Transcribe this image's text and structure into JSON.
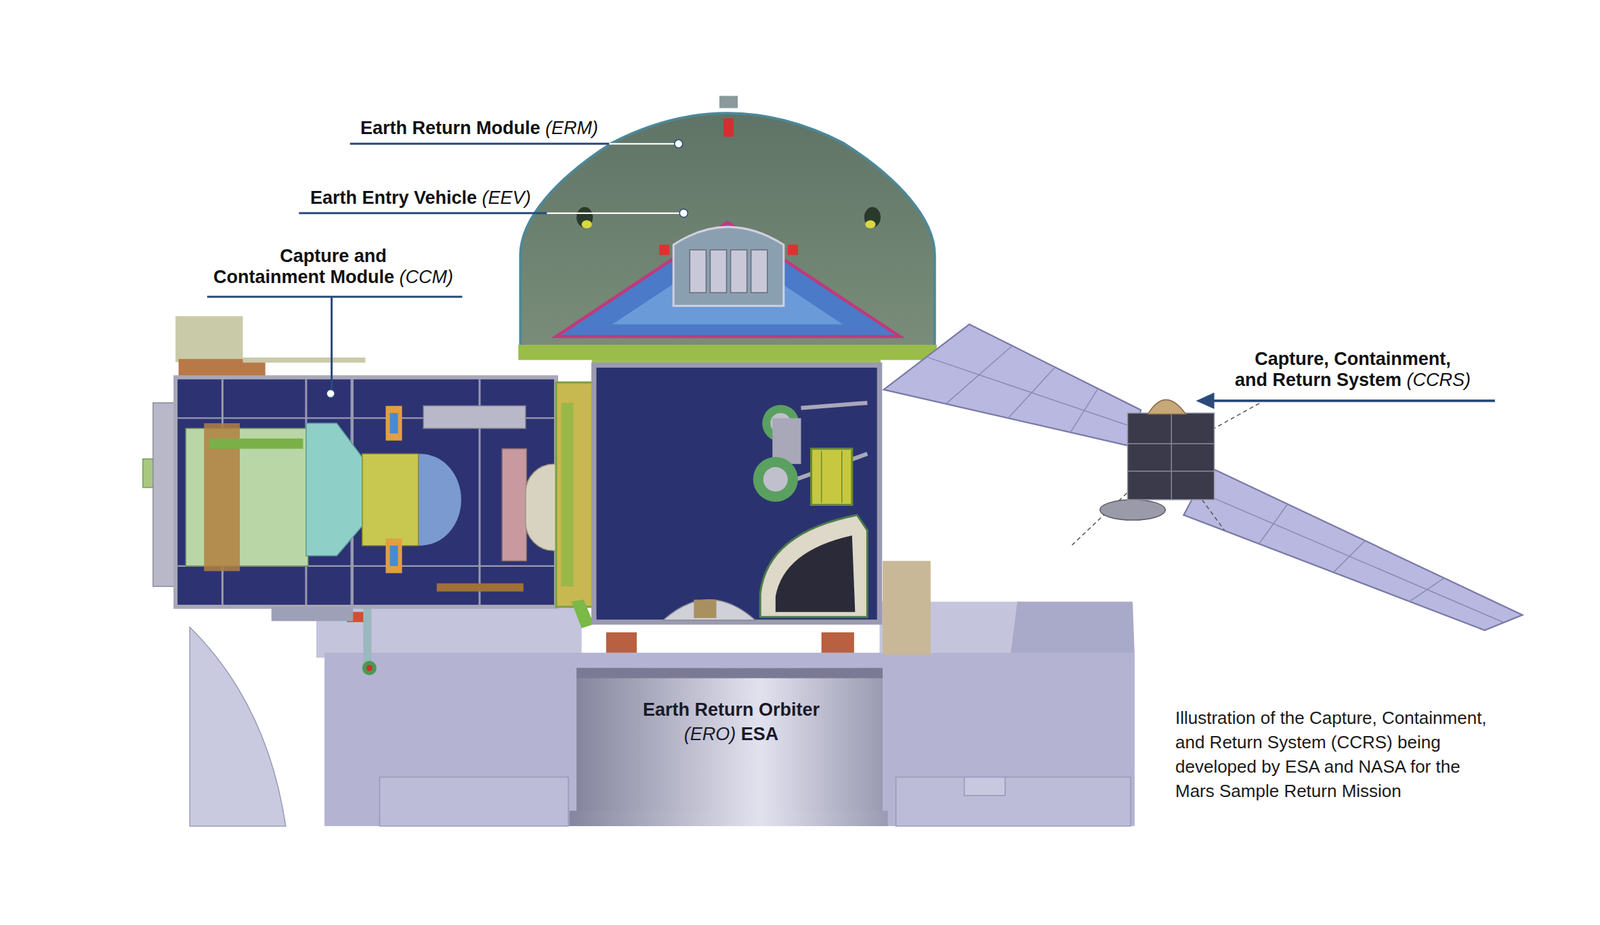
{
  "diagram": {
    "caption": "Illustration of the Capture, Containment, and Return System (CCRS) being developed by ESA and NASA for the Mars Sample Return Mission",
    "labels": [
      "Earth Return Module (ERM)",
      "Earth Entry Vehicle (EEV)",
      "Capture and Containment Module (CCM)",
      "Capture, Containment, and Return System (CCRS)",
      "Earth Return Orbiter (ERO) ESA"
    ]
  }
}
